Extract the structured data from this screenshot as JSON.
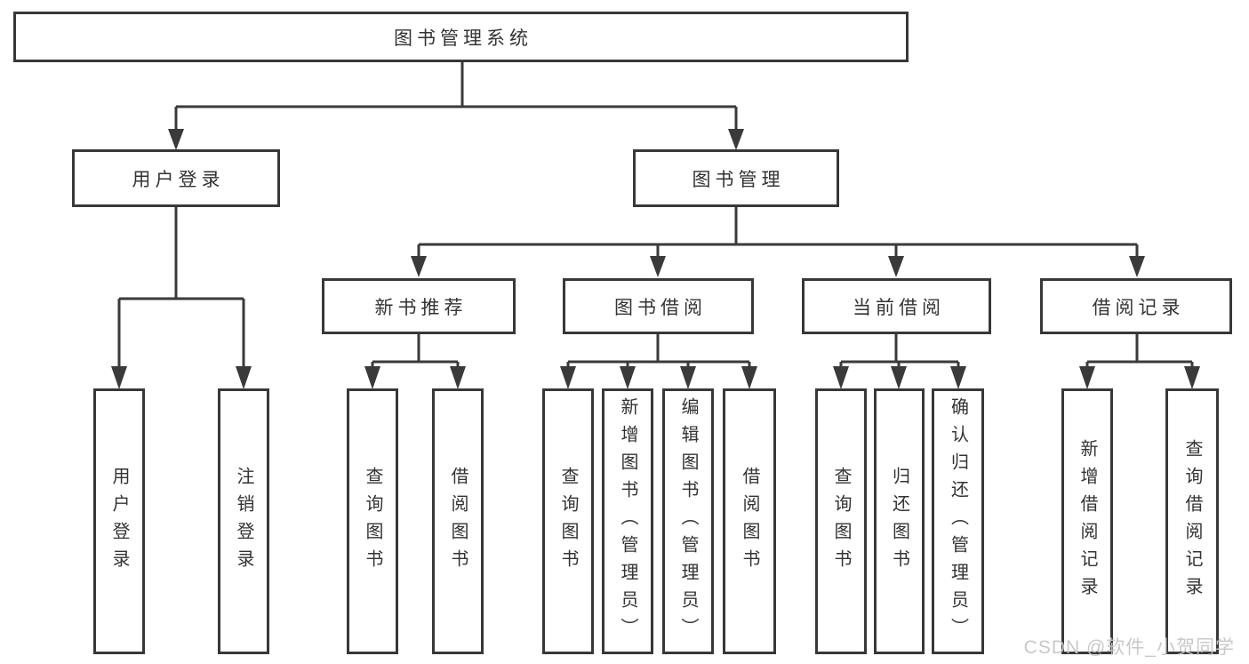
{
  "diagram": {
    "title_node": "图书管理系统",
    "root": {
      "label": "图书管理系统"
    },
    "level2": [
      {
        "label": "用户登录"
      },
      {
        "label": "图书管理"
      }
    ],
    "level3": [
      {
        "label": "新书推荐",
        "parent": "图书管理"
      },
      {
        "label": "图书借阅",
        "parent": "图书管理"
      },
      {
        "label": "当前借阅",
        "parent": "图书管理"
      },
      {
        "label": "借阅记录",
        "parent": "图书管理"
      }
    ],
    "leaves": [
      {
        "label": "用户登录",
        "parent": "用户登录"
      },
      {
        "label": "注销登录",
        "parent": "用户登录"
      },
      {
        "label": "查询图书",
        "parent": "新书推荐"
      },
      {
        "label": "借阅图书",
        "parent": "新书推荐"
      },
      {
        "label": "查询图书",
        "parent": "图书借阅"
      },
      {
        "label": "新增图书（管理员）",
        "parent": "图书借阅"
      },
      {
        "label": "编辑图书（管理员）",
        "parent": "图书借阅"
      },
      {
        "label": "借阅图书",
        "parent": "图书借阅"
      },
      {
        "label": "查询图书",
        "parent": "当前借阅"
      },
      {
        "label": "归还图书",
        "parent": "当前借阅"
      },
      {
        "label": "确认归还（管理员）",
        "parent": "当前借阅"
      },
      {
        "label": "新增借阅记录",
        "parent": "借阅记录"
      },
      {
        "label": "查询借阅记录",
        "parent": "借阅记录"
      }
    ],
    "colors": {
      "line": "#3a3a3a",
      "box_border": "#383838",
      "box_fill": "#ffffff",
      "text": "#333333"
    }
  },
  "watermark": {
    "text": "CSDN @软件_小贺同学",
    "color": "#c6c6c6"
  }
}
